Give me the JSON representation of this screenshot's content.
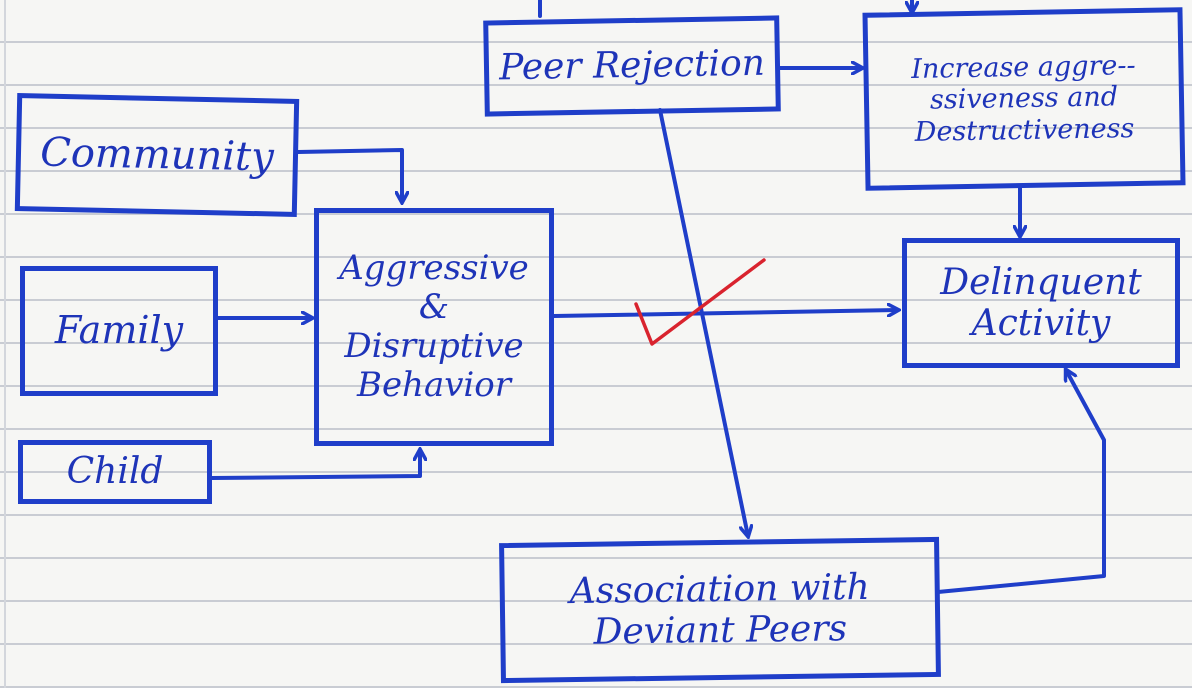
{
  "diagram": {
    "nodes": [
      {
        "id": "community",
        "label": "Community"
      },
      {
        "id": "family",
        "label": "Family"
      },
      {
        "id": "child",
        "label": "Child"
      },
      {
        "id": "aggressive",
        "label": "Aggressive & Disruptive Behavior"
      },
      {
        "id": "peer",
        "label": "Peer Rejection"
      },
      {
        "id": "increase",
        "label": "Increase aggre--ssiveness and Destructiveness"
      },
      {
        "id": "delinquent",
        "label": "Delinquent Activity"
      },
      {
        "id": "deviant",
        "label": "Association with Deviant Peers"
      }
    ],
    "edges": [
      {
        "from": "community",
        "to": "aggressive"
      },
      {
        "from": "family",
        "to": "aggressive"
      },
      {
        "from": "child",
        "to": "aggressive"
      },
      {
        "from": "aggressive",
        "to": "delinquent"
      },
      {
        "from": "peer",
        "to": "increase"
      },
      {
        "from": "peer",
        "to": "deviant"
      },
      {
        "from": "increase",
        "to": "delinquent"
      },
      {
        "from": "deviant",
        "to": "delinquent"
      }
    ],
    "colors": {
      "ink": "#1f3ec9",
      "mark": "#d9232e",
      "rule": "#c9ccd3"
    }
  }
}
